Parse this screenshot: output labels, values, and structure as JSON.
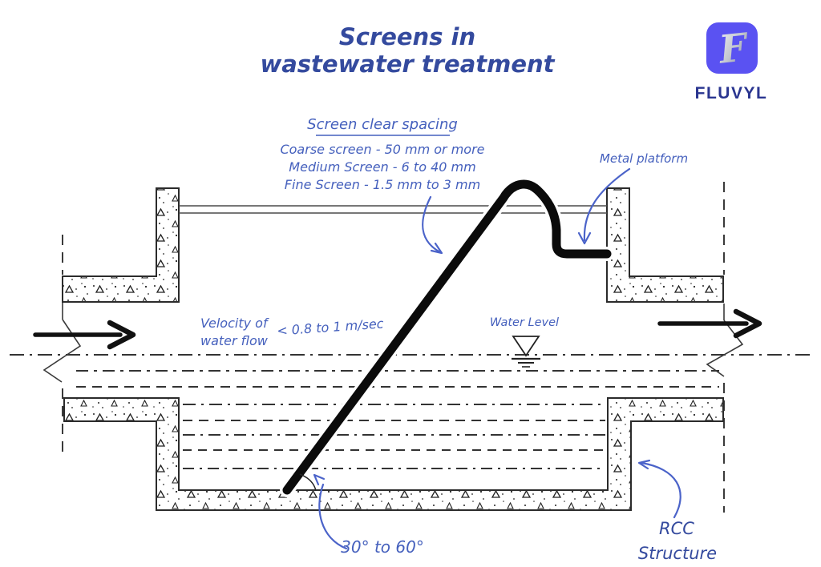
{
  "colors": {
    "title_ink": "#344a9e",
    "annotation_ink": "#4560bd",
    "line_ink": "#222222",
    "logo_bg": "#5a52f2",
    "logo_text": "#2a3590"
  },
  "header": {
    "title_line1": "Screens in",
    "title_line2": "wastewater treatment"
  },
  "logo": {
    "monogram": "F",
    "brand": "FLUVYL"
  },
  "spacing_note": {
    "heading": "Screen clear spacing",
    "lines": [
      "Coarse screen - 50 mm or more",
      "Medium Screen - 6 to 40 mm",
      "Fine Screen - 1.5 mm to 3 mm"
    ]
  },
  "labels": {
    "metal_platform": "Metal platform",
    "velocity_line1": "Velocity of",
    "velocity_line2": "water flow",
    "velocity_value": "< 0.8 to 1 m/sec",
    "water_level": "Water Level",
    "angle_range": "30° to 60°",
    "rcc_line1": "RCC",
    "rcc_line2": "Structure"
  }
}
